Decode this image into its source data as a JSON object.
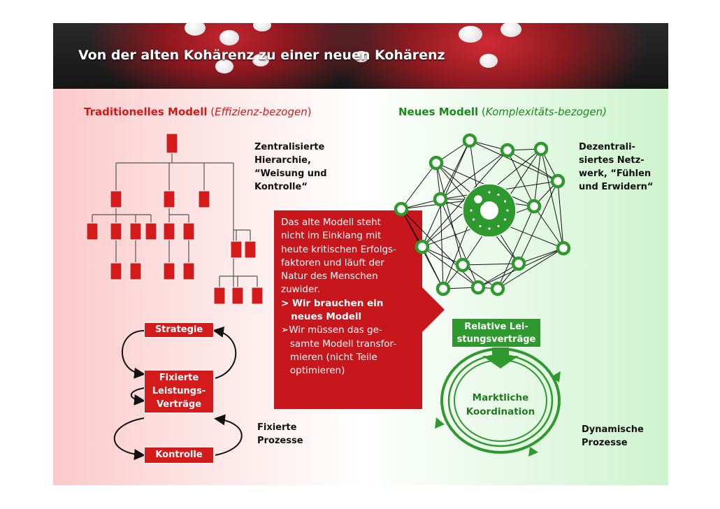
{
  "title": "Von der alten Kohärenz zu einer neuen Kohärenz",
  "traditional": {
    "heading_bold": "Traditionelles Modell",
    "heading_paren_open": " (",
    "heading_italic": "Effizienz-bezogen",
    "heading_paren_close": ")",
    "hierarchy_caption": "Zentralisierte\nHierarchie,\n“Weisung und\nKontrolle“",
    "processes_caption": "Fixierte\nProzesse",
    "cycle": {
      "strategy": "Strategie",
      "contracts_line1": "Fixierte",
      "contracts_line2": "Leistungs-",
      "contracts_line3": "Verträge",
      "control": "Kontrolle"
    }
  },
  "new_model": {
    "heading_bold": "Neues Modell",
    "heading_paren_open": " (",
    "heading_italic": "Komplexitäts-bezogen)",
    "network_caption": "Dezentrali-\nsiertes Netz-\nwerk, “Fühlen\nund Erwidern“",
    "processes_caption": "Dynamische\nProzesse",
    "relative_contracts_line1": "Relative Lei-",
    "relative_contracts_line2": "stungsverträge",
    "market_line1": "Marktliche",
    "market_line2": "Koordination"
  },
  "callout": {
    "lines": [
      "Das alte Modell steht",
      "nicht im Einklang mit",
      "heute kritischen Erfolgs-",
      "faktoren und läuft der",
      "Natur des Menschen",
      "zuwider."
    ],
    "bold_line1": "> Wir brauchen ein",
    "bold_line2": "   neues Modell",
    "bullet_lines": [
      "➢Wir müssen das ge-",
      "   samte Modell transfor-",
      "   mieren (nicht Teile",
      "   optimieren)"
    ]
  },
  "colors": {
    "red": "#d41a1a",
    "green": "#2e9a2e",
    "dark_green": "#1f7a1f"
  }
}
